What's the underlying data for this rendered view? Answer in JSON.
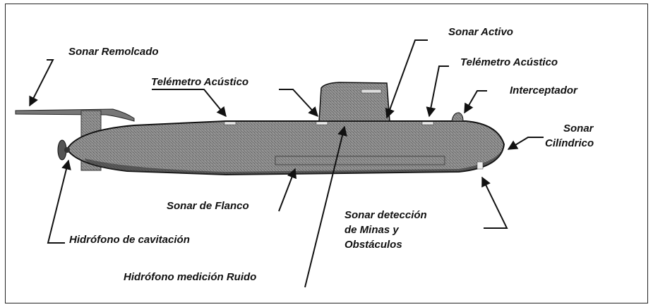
{
  "labels": {
    "sonar_remolcado": "Sonar Remolcado",
    "telemetro_acustico_1": "Telémetro Acústico",
    "sonar_activo": "Sonar Activo",
    "telemetro_acustico_2": "Telémetro Acústico",
    "interceptador": "Interceptador",
    "sonar_cilindrico_1": "Sonar",
    "sonar_cilindrico_2": "Cilíndrico",
    "sonar_flanco": "Sonar de Flanco",
    "sonar_minas_1": "Sonar detección",
    "sonar_minas_2": "de Minas y",
    "sonar_minas_3": "Obstáculos",
    "hidrofono_cavitacion": "Hidrófono de cavitación",
    "hidrofono_ruido": "Hidrófono medición Ruido"
  }
}
